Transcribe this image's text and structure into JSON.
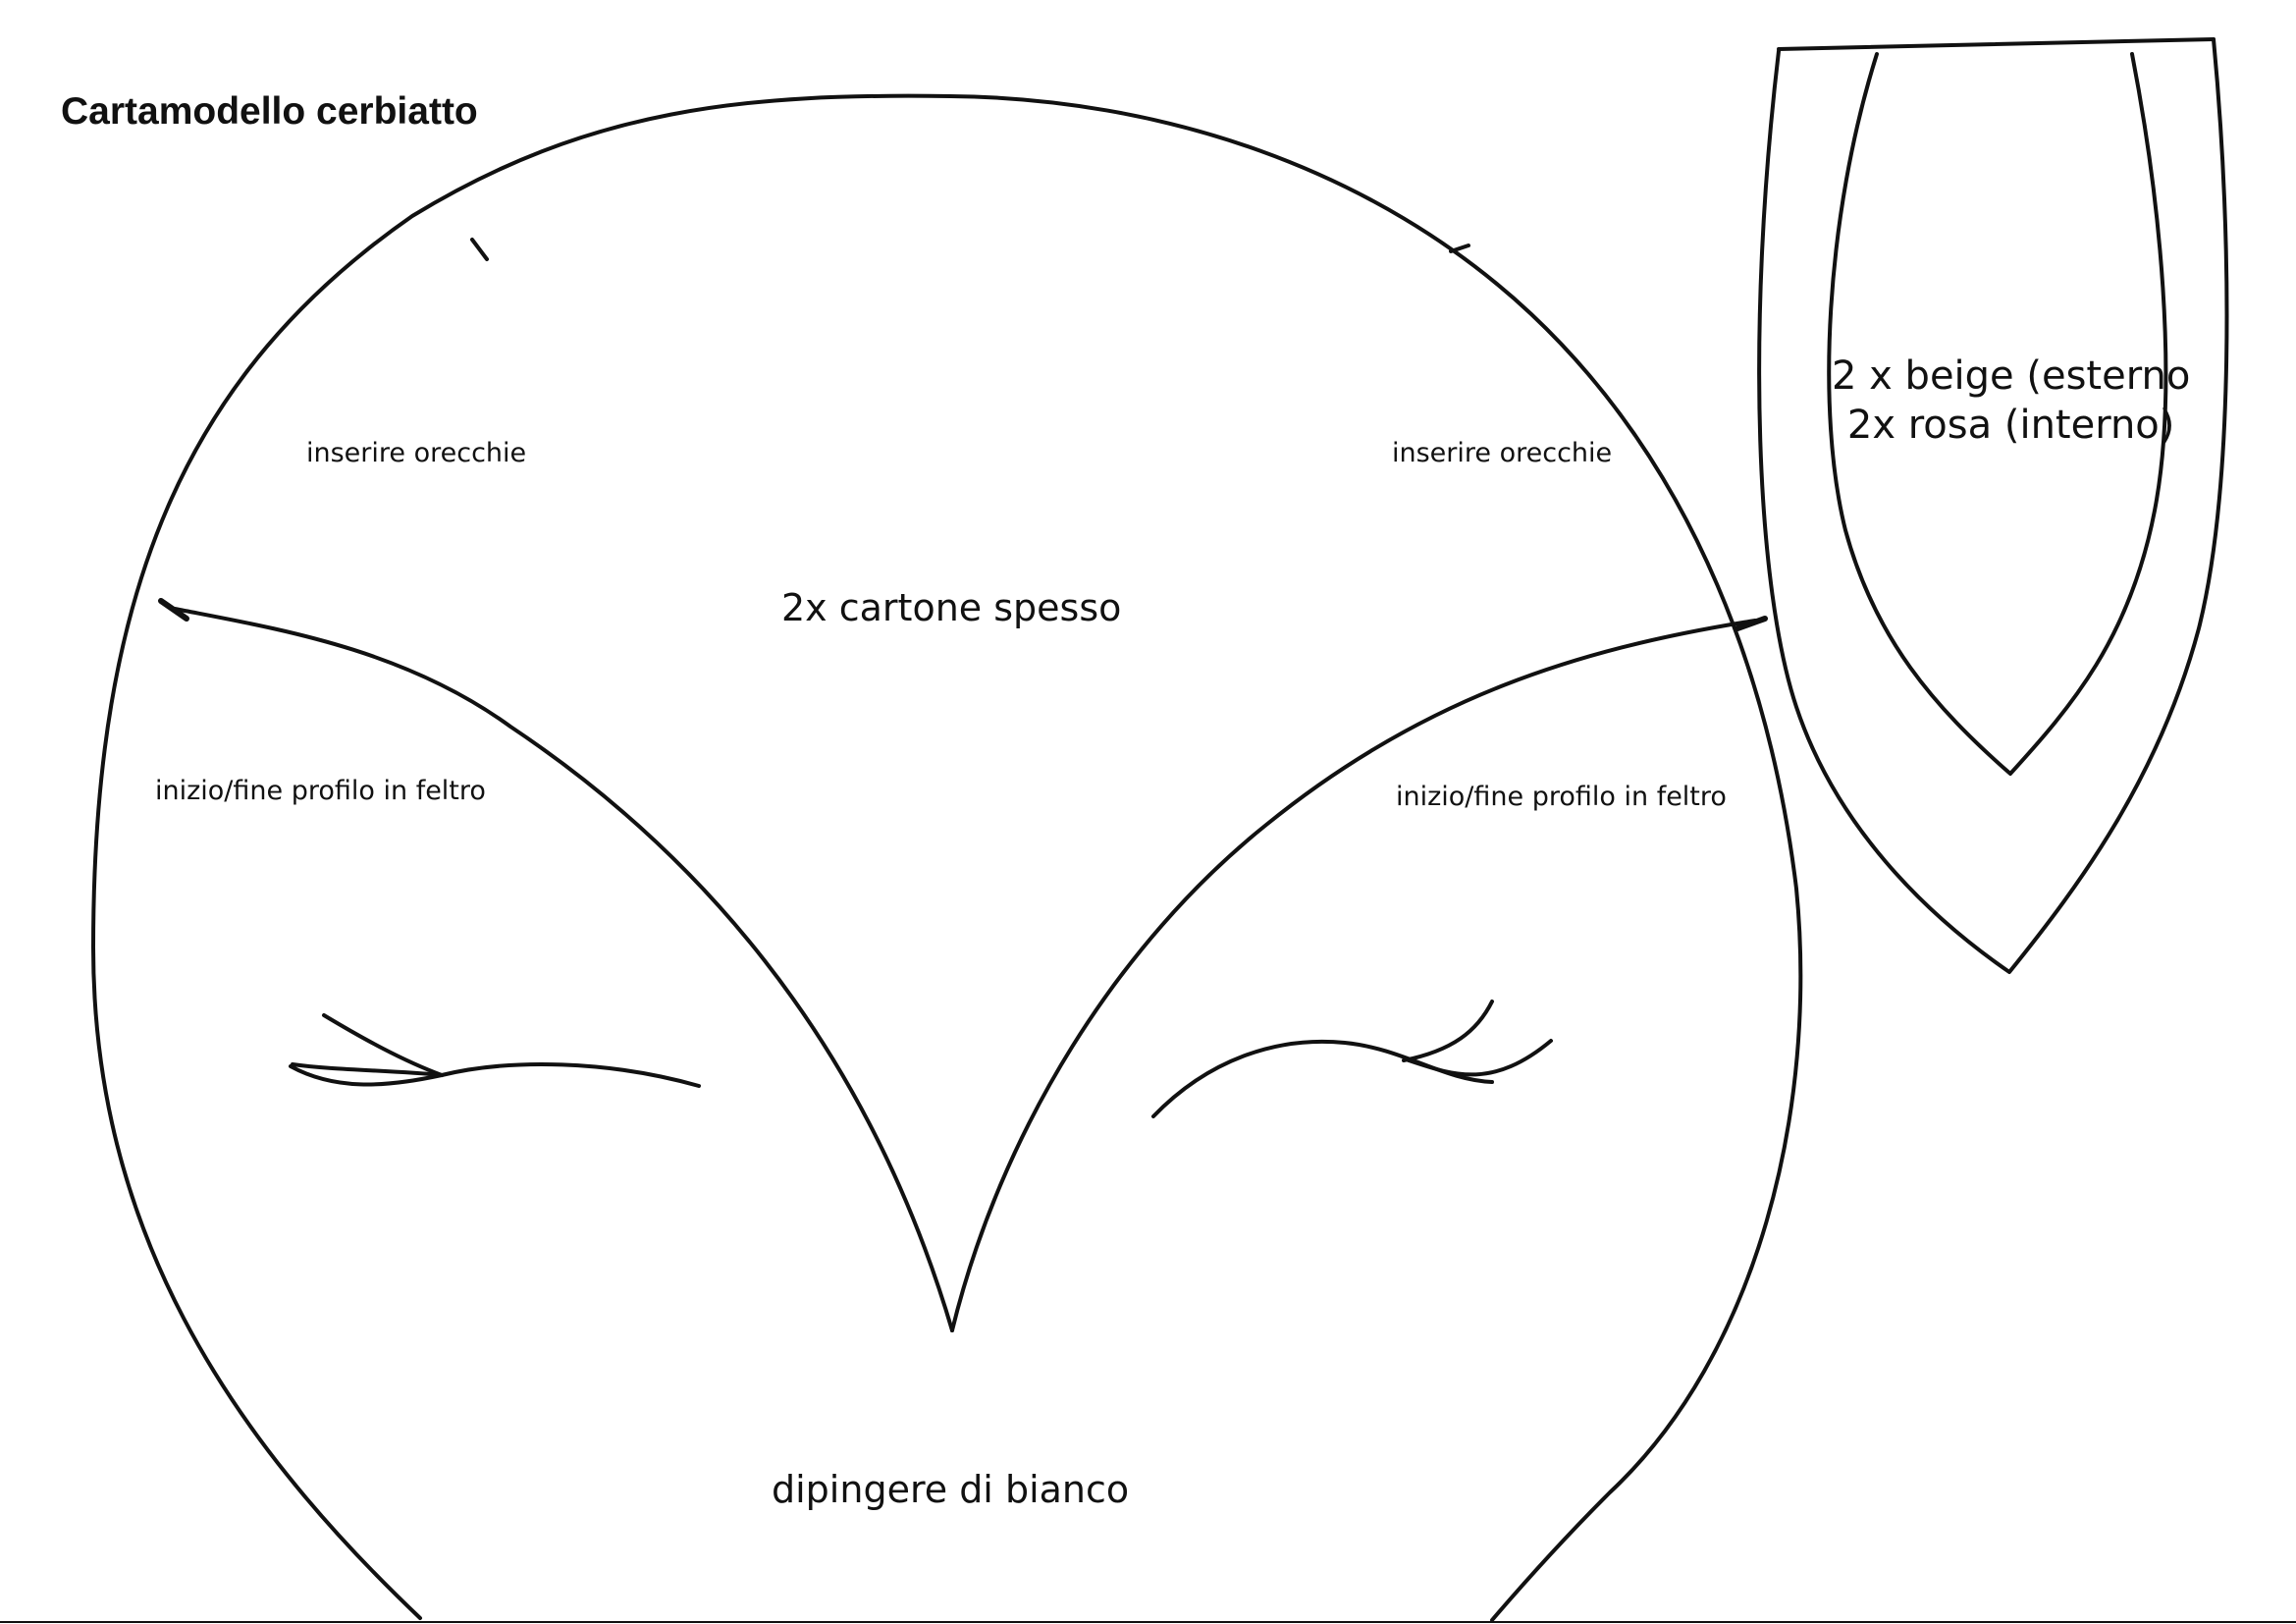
{
  "title": "Cartamodello cerbiatto",
  "head_labels": {
    "insert_ears_left": "inserire orecchie",
    "insert_ears_right": "inserire orecchie",
    "cardboard": "2x cartone spesso",
    "profile_left": "inizio/fine profilo in feltro",
    "profile_right": "inizio/fine profilo in feltro",
    "paint": "dipingere di bianco"
  },
  "ear_labels": {
    "outer": "2 x beige (esterno",
    "inner": "2x rosa (interno)"
  },
  "colors": {
    "line": "#111111",
    "background": "#ffffff"
  }
}
